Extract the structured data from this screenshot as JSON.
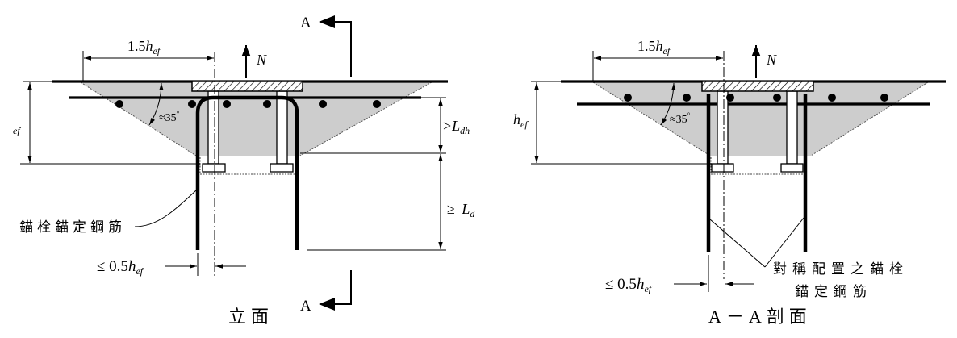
{
  "elevation": {
    "caption": "立面",
    "section_mark_top": "A",
    "section_mark_bottom": "A",
    "load_label": "N",
    "cone_width": {
      "coef": "1.5",
      "sym": "h",
      "sub": "ef"
    },
    "embed_depth_fragment": "ef",
    "cone_angle": {
      "value": "≈35",
      "unit": "°"
    },
    "hook_length": {
      "op": ">",
      "sym": "L",
      "sub": "dh"
    },
    "dev_length": {
      "op": "≥ ",
      "sym": "L",
      "sub": "d"
    },
    "bar_label": "錨栓錨定鋼筋",
    "bar_offset": {
      "op": "≤ 0.5",
      "sym": "h",
      "sub": "ef"
    }
  },
  "section": {
    "caption": "A－A剖面",
    "load_label": "N",
    "cone_width": {
      "coef": "1.5",
      "sym": "h",
      "sub": "ef"
    },
    "embed_depth": {
      "sym": "h",
      "sub": "ef"
    },
    "cone_angle": {
      "value": "≈35",
      "unit": "°"
    },
    "bar_label_line1": "對稱配置之錨栓",
    "bar_label_line2": "錨定鋼筋",
    "bar_offset": {
      "op": "≤ 0.5",
      "sym": "h",
      "sub": "ef"
    }
  },
  "colors": {
    "cone_fill": "#cdcdcd",
    "stud_fill": "#ffffff",
    "ink": "#000000"
  }
}
